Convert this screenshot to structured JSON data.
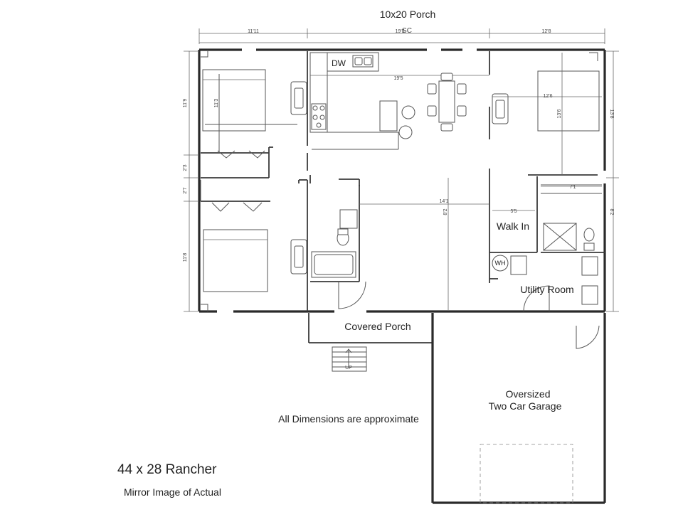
{
  "plan": {
    "title": "44 x 28 Rancher",
    "subtitle": "Mirror Image of Actual",
    "note": "All Dimensions are approximate",
    "rooms": {
      "porch_top": "10x20 Porch",
      "covered_porch": "Covered Porch",
      "walk_in": "Walk In",
      "utility_room": "Utility Room",
      "garage_line1": "Oversized",
      "garage_line2": "Two Car Garage"
    },
    "fixtures": {
      "dishwasher": "DW",
      "water_heater": "WH",
      "stairs_up": "UP"
    },
    "dimensions": {
      "top_left": "11'11",
      "top_center": "19'5",
      "top_right": "12'8",
      "kitchen_width": "19'5",
      "bedroom_right_width": "12'6",
      "bedroom_right_depth": "13'6",
      "right_outer_upper": "13'8",
      "right_outer_lower": "8'2",
      "closet_width": "7'1",
      "walk_in_width": "5'5",
      "living_width": "14'1",
      "living_depth": "8'2",
      "bedroom_left_depth": "11'3",
      "left_outer_1": "11'9",
      "left_outer_2": "2'3",
      "left_outer_3": "2'7",
      "left_outer_4": "11'8",
      "top_center_mark": "SC"
    }
  }
}
